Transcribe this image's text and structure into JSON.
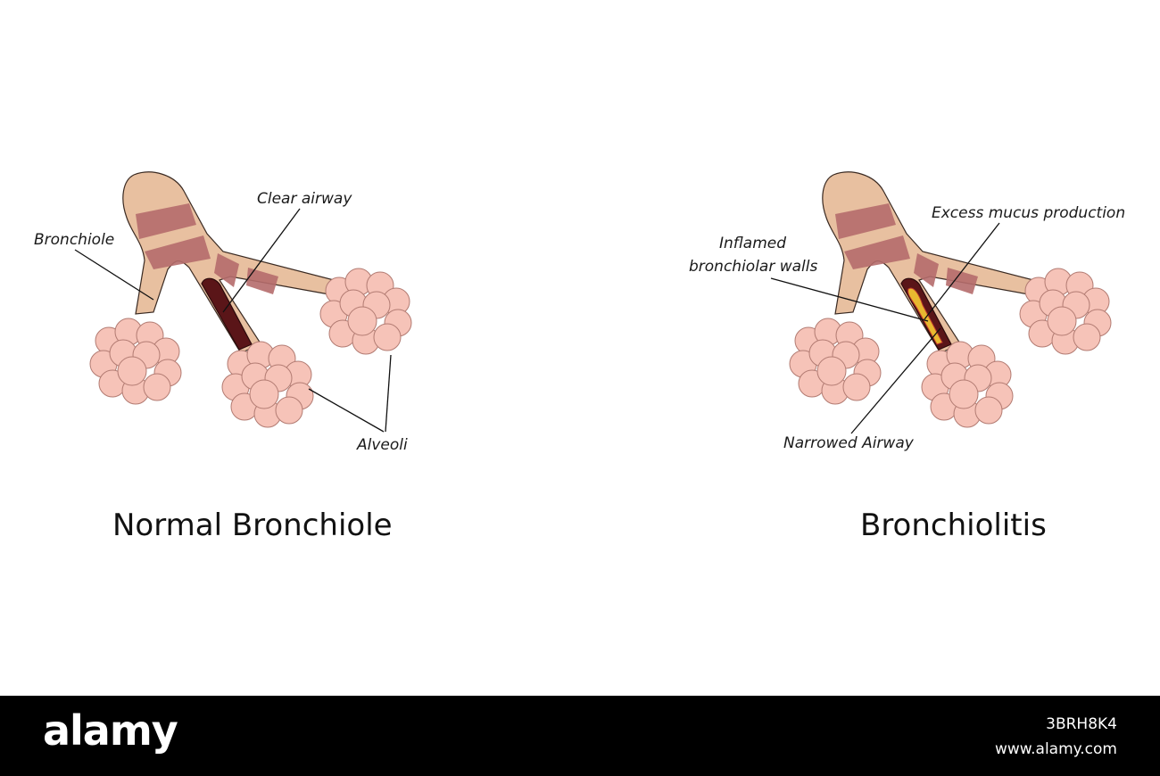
{
  "normal": {
    "title": "Normal Bronchiole",
    "labels": {
      "bronchiole": "Bronchiole",
      "clear_airway": "Clear airway",
      "alveoli": "Alveoli"
    }
  },
  "disease": {
    "title": "Bronchiolitis",
    "labels": {
      "excess_mucus": "Excess mucus production",
      "inflamed_line1": "Inflamed",
      "inflamed_line2": "bronchiolar walls",
      "narrowed_airway": "Narrowed Airway"
    }
  },
  "footer": {
    "logo": "alamy",
    "image_id": "3BRH8K4",
    "url": "www.alamy.com"
  },
  "colors": {
    "tissue": "#e8c0a0",
    "muscle_band": "#b56c6c",
    "alveolus": "#f6c3b8",
    "lumen": "#5a1518",
    "mucus": "#e8b830",
    "footer_bg": "#000000"
  }
}
